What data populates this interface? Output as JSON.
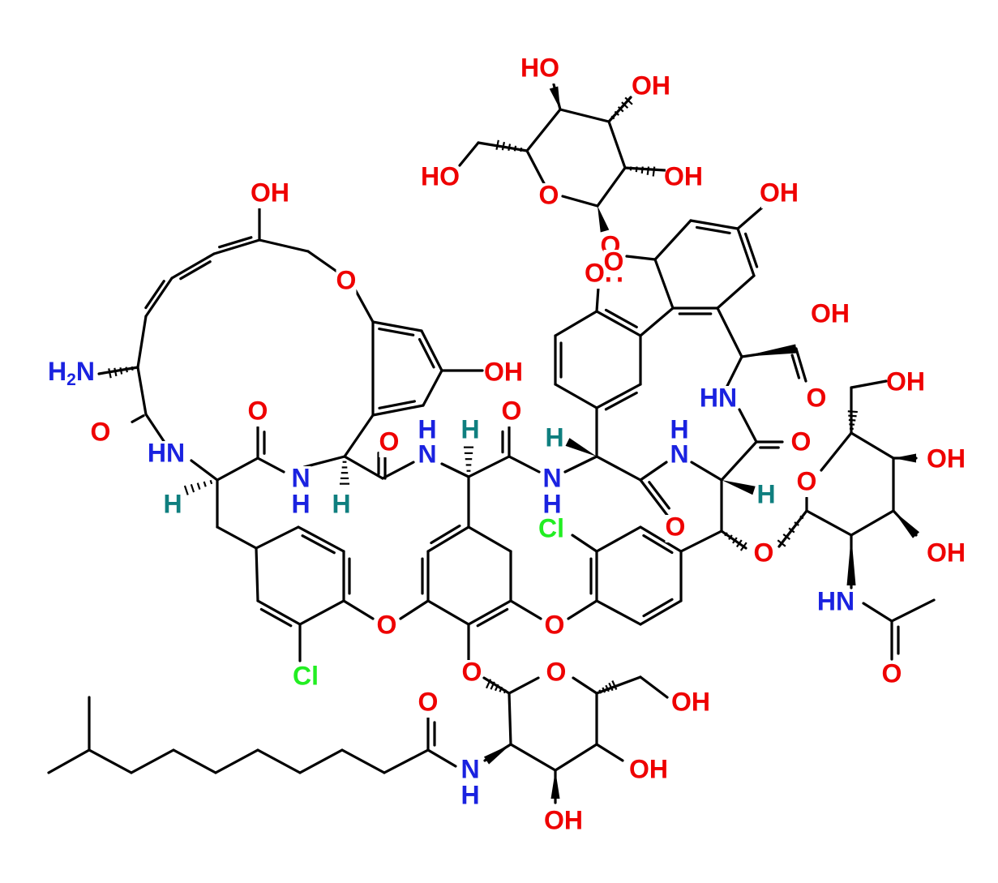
{
  "molecule": {
    "colors": {
      "bond": "#000000",
      "O": "#ee0000",
      "N": "#1a22e0",
      "Cl": "#22ee22",
      "H": "#0f7f7f"
    },
    "atom_labels": [
      {
        "id": "oh-top-left-sugar",
        "text": "HO",
        "el": "O"
      },
      {
        "id": "oh-top-right-sugar",
        "text": "OH",
        "el": "O"
      },
      {
        "id": "ho-ch2-top-sugar",
        "text": "HO",
        "el": "O"
      },
      {
        "id": "oh-top-sugar-c2",
        "text": "OH",
        "el": "O"
      },
      {
        "id": "o-ring-top-sugar",
        "text": "O",
        "el": "O"
      },
      {
        "id": "o-glyco-top",
        "text": "O",
        "el": "O"
      },
      {
        "id": "oh-right-ring-top",
        "text": "OH",
        "el": "O"
      },
      {
        "id": "oh-macro-top",
        "text": "OH",
        "el": "O"
      },
      {
        "id": "o-ether-macro",
        "text": "O",
        "el": "O"
      },
      {
        "id": "oh-phenol-left-ring",
        "text": "OH",
        "el": "O"
      },
      {
        "id": "oh-ring-mid",
        "text": "OH",
        "el": "O"
      },
      {
        "id": "o-ring-mid-ether",
        "text": "O",
        "el": "O"
      },
      {
        "id": "oh-acid",
        "text": "OH",
        "el": "O"
      },
      {
        "id": "o-acid-carbonyl",
        "text": "O",
        "el": "O"
      },
      {
        "id": "nh2-left",
        "text": "H2N",
        "el": "N"
      },
      {
        "id": "o-carbonyl-1",
        "text": "O",
        "el": "O"
      },
      {
        "id": "hn-left",
        "text": "HN",
        "el": "N"
      },
      {
        "id": "o-carbonyl-2",
        "text": "O",
        "el": "O"
      },
      {
        "id": "nh-macro-1",
        "text": "N",
        "el": "N"
      },
      {
        "id": "h-nh-macro-1",
        "text": "H",
        "el": "N"
      },
      {
        "id": "o-carbonyl-3",
        "text": "O",
        "el": "O"
      },
      {
        "id": "nh-macro-2",
        "text": "N",
        "el": "N"
      },
      {
        "id": "h-nh-macro-2",
        "text": "H",
        "el": "N"
      },
      {
        "id": "o-carbonyl-4",
        "text": "O",
        "el": "O"
      },
      {
        "id": "nh-macro-3",
        "text": "N",
        "el": "N"
      },
      {
        "id": "h-nh-macro-3",
        "text": "H",
        "el": "N"
      },
      {
        "id": "hn-right",
        "text": "HN",
        "el": "N"
      },
      {
        "id": "o-carbonyl-5",
        "text": "O",
        "el": "O"
      },
      {
        "id": "nh-macro-4",
        "text": "N",
        "el": "N"
      },
      {
        "id": "h-nh-macro-4",
        "text": "H",
        "el": "N"
      },
      {
        "id": "o-carbonyl-6",
        "text": "O",
        "el": "O"
      },
      {
        "id": "h-stereo-1",
        "text": "H",
        "el": "H"
      },
      {
        "id": "h-stereo-2",
        "text": "H",
        "el": "H"
      },
      {
        "id": "h-stereo-3",
        "text": "H",
        "el": "H"
      },
      {
        "id": "h-stereo-4",
        "text": "H",
        "el": "H"
      },
      {
        "id": "h-stereo-5",
        "text": "H",
        "el": "H"
      },
      {
        "id": "cl-right",
        "text": "Cl",
        "el": "Cl"
      },
      {
        "id": "cl-left",
        "text": "Cl",
        "el": "Cl"
      },
      {
        "id": "o-ether-left",
        "text": "O",
        "el": "O"
      },
      {
        "id": "o-ether-right",
        "text": "O",
        "el": "O"
      },
      {
        "id": "o-glyco-bottom",
        "text": "O",
        "el": "O"
      },
      {
        "id": "o-ring-bottom-sugar",
        "text": "O",
        "el": "O"
      },
      {
        "id": "oh-ch2-bottom-sugar",
        "text": "OH",
        "el": "O"
      },
      {
        "id": "o-amide-lipid",
        "text": "O",
        "el": "O"
      },
      {
        "id": "n-amide-lipid",
        "text": "N",
        "el": "N"
      },
      {
        "id": "h-amide-lipid",
        "text": "H",
        "el": "N"
      },
      {
        "id": "oh-bottom-sugar-c4",
        "text": "OH",
        "el": "O"
      },
      {
        "id": "oh-bottom-sugar-c3",
        "text": "OH",
        "el": "O"
      },
      {
        "id": "oh-ch2-right-sugar",
        "text": "OH",
        "el": "O"
      },
      {
        "id": "o-ring-right-sugar",
        "text": "O",
        "el": "O"
      },
      {
        "id": "oh-right-sugar-c4",
        "text": "OH",
        "el": "O"
      },
      {
        "id": "oh-right-sugar-c3",
        "text": "OH",
        "el": "O"
      },
      {
        "id": "o-glyco-right",
        "text": "O",
        "el": "O"
      },
      {
        "id": "hn-acetyl",
        "text": "HN",
        "el": "N"
      },
      {
        "id": "o-acetyl",
        "text": "O",
        "el": "O"
      }
    ]
  }
}
